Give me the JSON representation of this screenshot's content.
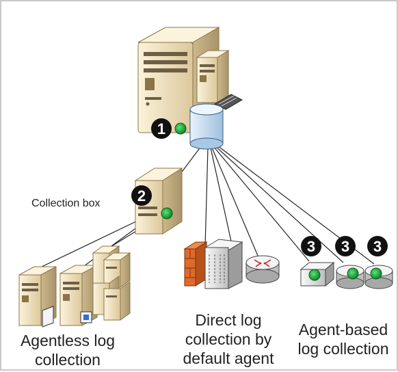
{
  "labels": {
    "collection_box": "Collection box",
    "agentless": [
      "Agentless log",
      "collection"
    ],
    "direct": [
      "Direct log",
      "collection by",
      "default agent"
    ],
    "agent_based": [
      "Agent-based",
      "log collection"
    ]
  },
  "badges": {
    "server": "1",
    "collection_box": "2",
    "agent_1": "3",
    "agent_2": "3",
    "agent_3": "3"
  },
  "colors": {
    "server_body": "#f3e6c4",
    "server_shadow": "#c9b489",
    "status_green": "#1aa13a",
    "database": "#cfe3f5",
    "firewall": "#e06a2b",
    "badge": "#111111",
    "line": "#222222"
  }
}
